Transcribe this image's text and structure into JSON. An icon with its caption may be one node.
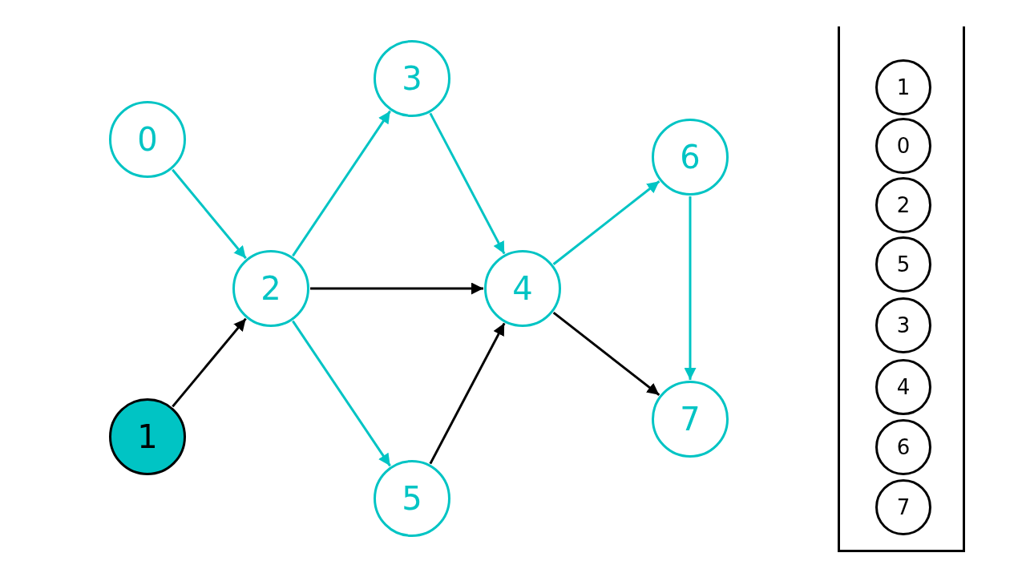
{
  "diagram": {
    "nodes": [
      {
        "text": [
          "0"
        ]
      },
      {
        "text": [
          "1"
        ]
      },
      {
        "text": [
          "2"
        ]
      },
      {
        "text": [
          "3"
        ]
      },
      {
        "text": [
          "4"
        ]
      },
      {
        "text": [
          "5"
        ]
      },
      {
        "text": [
          "6"
        ]
      },
      {
        "text": [
          "7"
        ]
      },
      {
        "text": [],
        "shape": "box"
      },
      {
        "text": [
          "1"
        ],
        "in": 8
      },
      {
        "text": [
          "0"
        ],
        "in": 8
      },
      {
        "text": [
          "2"
        ],
        "in": 8
      },
      {
        "text": [
          "5"
        ],
        "in": 8
      },
      {
        "text": [
          "3"
        ],
        "in": 8
      },
      {
        "text": [
          "4"
        ],
        "in": 8
      },
      {
        "text": [
          "6"
        ],
        "in": 8
      },
      {
        "text": [
          "7"
        ],
        "in": 8
      }
    ],
    "edges": [
      {
        "from": 0,
        "to": 2,
        "arrow": "to"
      },
      {
        "from": 1,
        "to": 2,
        "arrow": "to",
        "color": "#000000"
      },
      {
        "from": 2,
        "to": 3,
        "arrow": "to"
      },
      {
        "from": 2,
        "to": 4,
        "arrow": "to",
        "color": "#000000"
      },
      {
        "from": 2,
        "to": 5,
        "arrow": "to"
      },
      {
        "from": 3,
        "to": 4,
        "arrow": "to"
      },
      {
        "from": 5,
        "to": 4,
        "arrow": "to",
        "color": "#000000"
      },
      {
        "from": 4,
        "to": 6,
        "arrow": "to"
      },
      {
        "from": 4,
        "to": 7,
        "arrow": "to",
        "color": "#000000"
      },
      {
        "from": 6,
        "to": 7,
        "arrow": "to"
      }
    ]
  }
}
